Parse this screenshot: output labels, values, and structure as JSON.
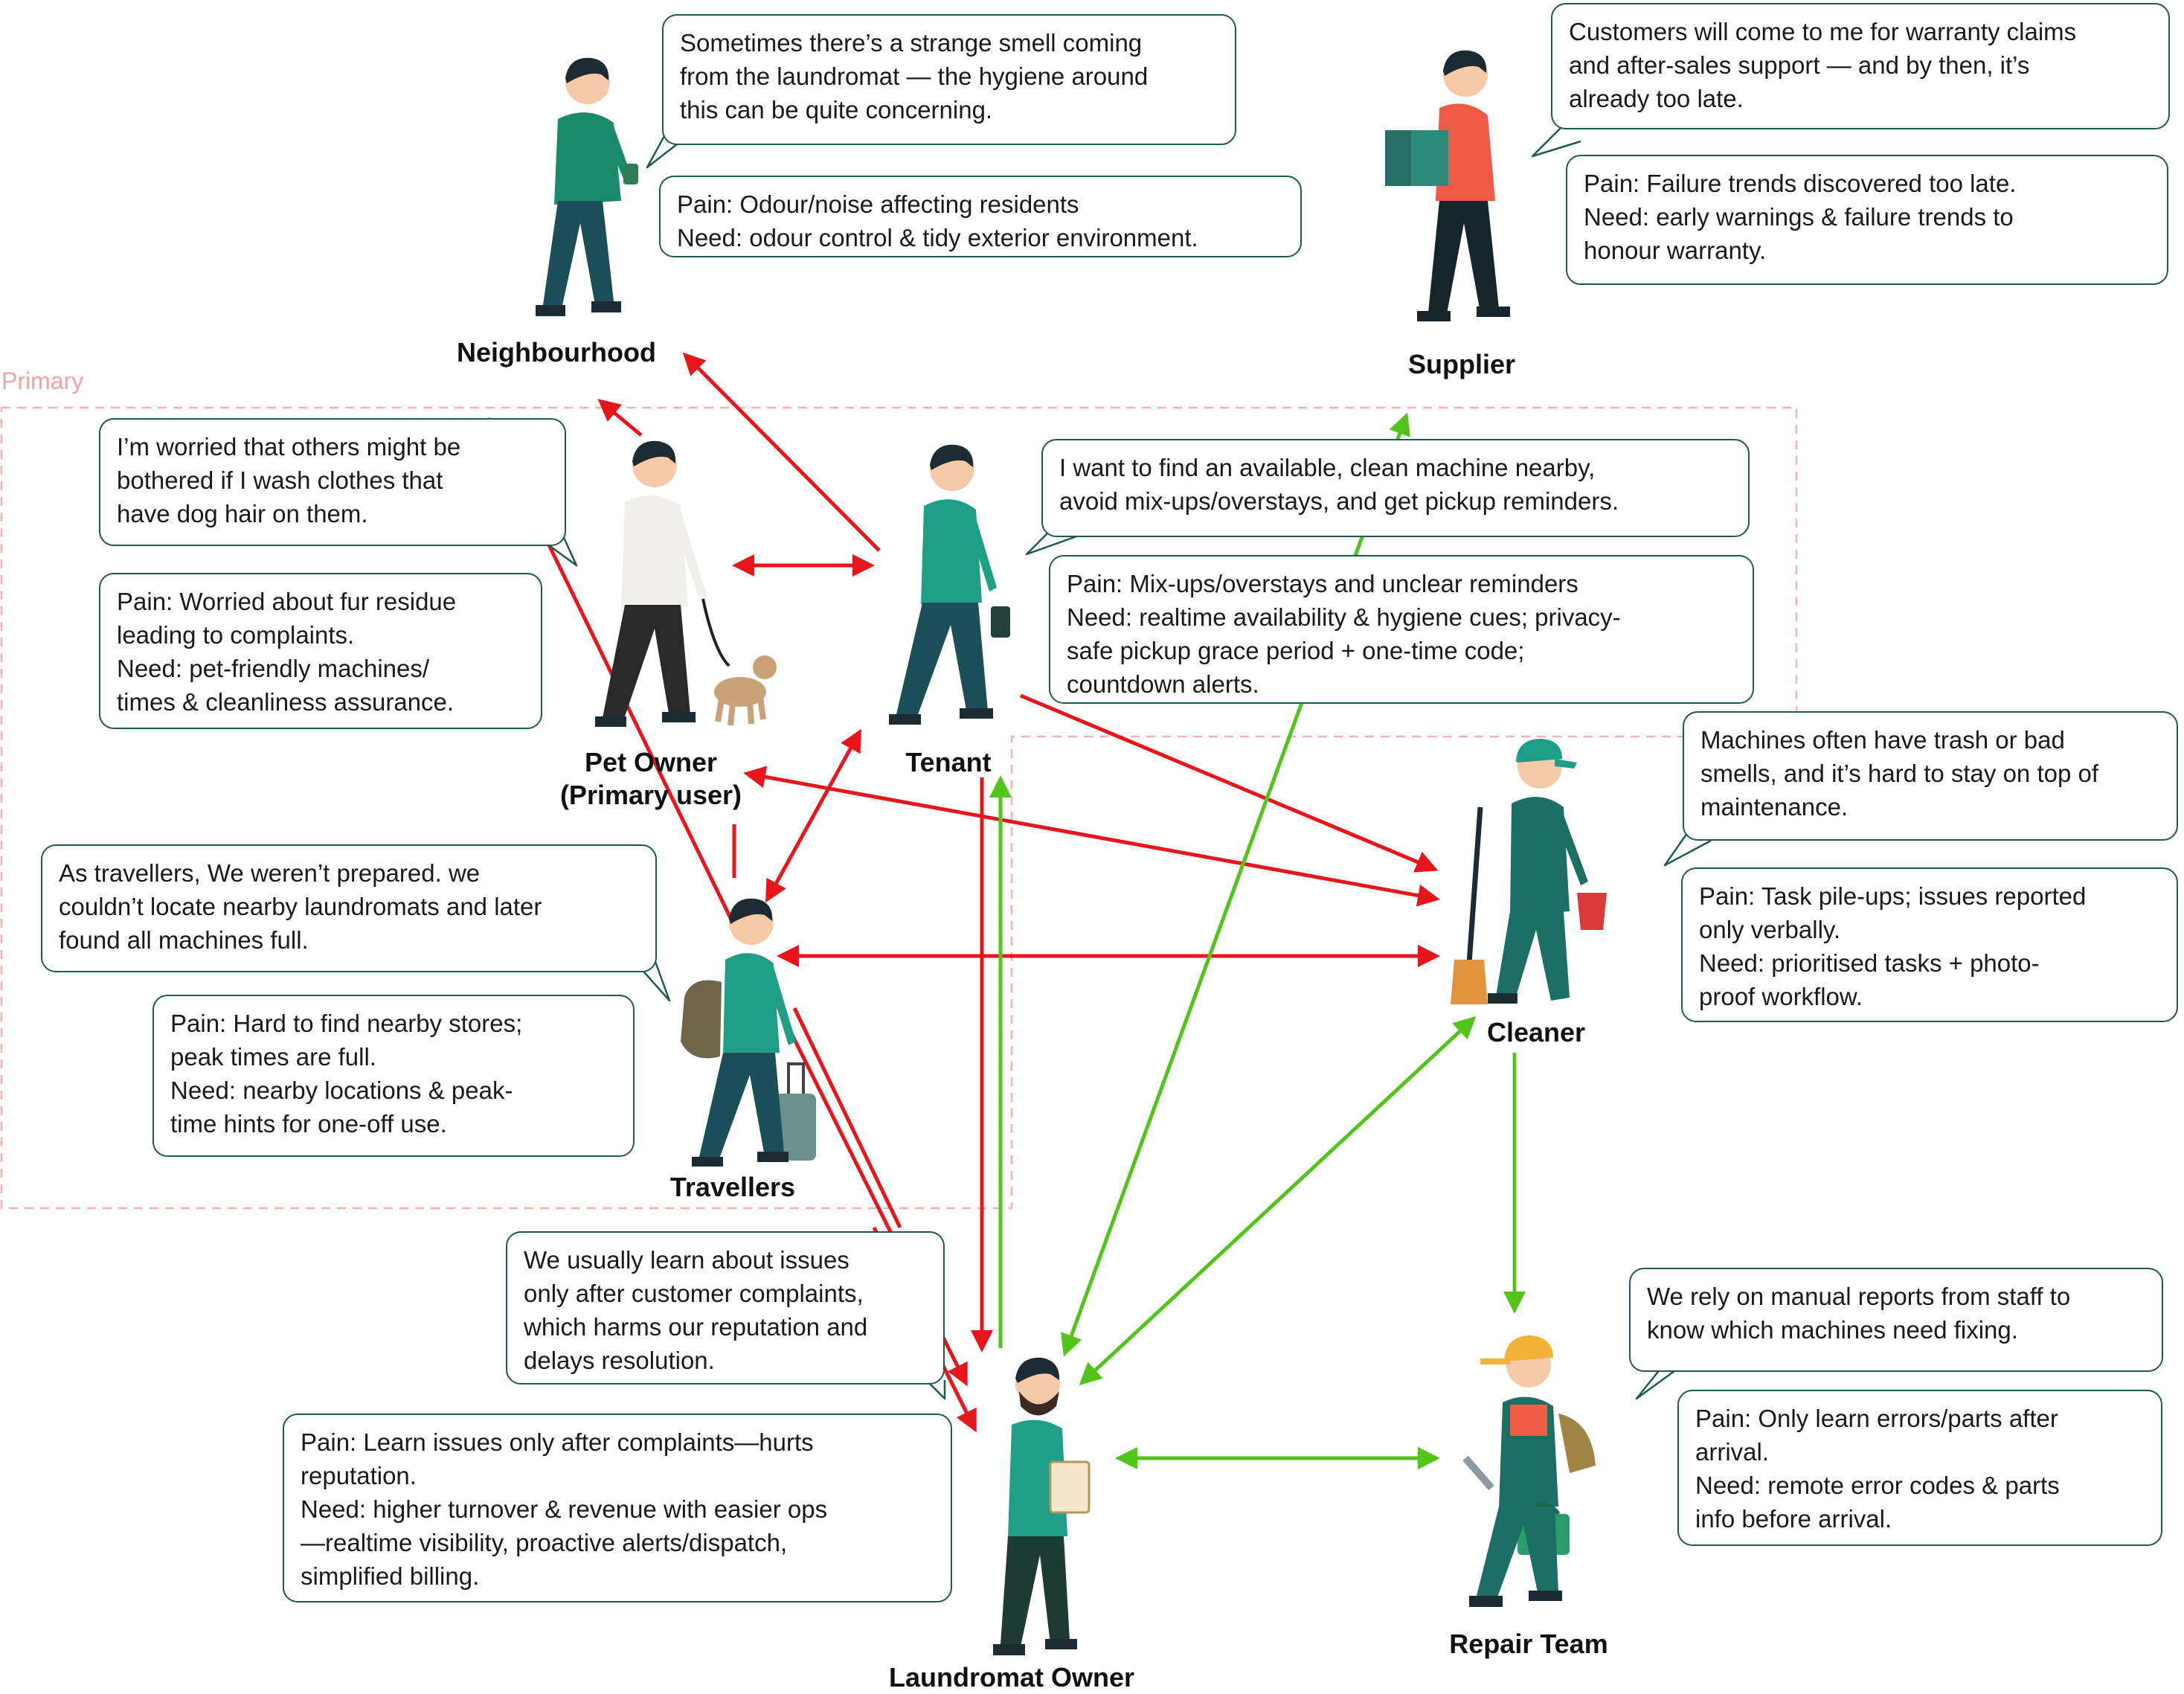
{
  "primary_group": {
    "label": "Primary"
  },
  "colors": {
    "red_arrow": "#e8161b",
    "green_arrow": "#52c41a",
    "bubble_border": "#1f5a52",
    "primary_border": "#f4b1b1"
  },
  "actors": {
    "neighbourhood": {
      "label": "Neighbourhood",
      "icon": "person-walking-coffee-icon"
    },
    "supplier": {
      "label": "Supplier",
      "icon": "person-carrying-box-icon"
    },
    "pet_owner": {
      "label_lines": [
        "Pet Owner",
        "(Primary user)"
      ],
      "icon": "person-walking-dog-icon"
    },
    "tenant": {
      "label": "Tenant",
      "icon": "person-walking-phone-icon"
    },
    "travellers": {
      "label": "Travellers",
      "icon": "person-with-suitcase-icon"
    },
    "cleaner": {
      "label": "Cleaner",
      "icon": "cleaner-with-broom-icon"
    },
    "laundromat_owner": {
      "label": "Laundromat Owner",
      "icon": "owner-with-clipboard-icon"
    },
    "repair_team": {
      "label": "Repair Team",
      "icon": "repairman-with-toolbox-icon"
    }
  },
  "quotes": {
    "neighbourhood": [
      "Sometimes there’s a strange smell coming",
      "from the laundromat — the hygiene around",
      "this can be quite concerning."
    ],
    "supplier": [
      "Customers will come to me for warranty claims",
      "and after-sales support — and by then, it’s",
      "already too late."
    ],
    "pet_owner": [
      "I’m worried that others might be",
      "bothered if I wash clothes that",
      "have dog hair on them."
    ],
    "tenant": [
      "I want to find an available, clean machine nearby,",
      "avoid mix-ups/overstays, and get pickup reminders."
    ],
    "travellers": [
      "As travellers, We weren’t prepared. we",
      "couldn’t locate nearby laundromats and later",
      "found all machines full."
    ],
    "cleaner": [
      "Machines often have trash or bad",
      "smells, and it’s hard to stay on top of",
      "maintenance."
    ],
    "laundromat_owner": [
      "We usually learn about issues",
      "only after customer complaints,",
      "which harms our reputation and",
      "delays resolution."
    ],
    "repair_team": [
      "We rely on manual reports from staff to",
      "know which machines need fixing."
    ]
  },
  "pain_needs": {
    "neighbourhood": [
      "Pain: Odour/noise affecting residents",
      "Need: odour control & tidy exterior environment."
    ],
    "supplier": [
      "Pain: Failure trends discovered too late.",
      "Need: early warnings & failure trends to",
      "honour warranty."
    ],
    "pet_owner": [
      "Pain: Worried about fur residue",
      "leading to complaints.",
      "Need: pet-friendly machines/",
      "times & cleanliness assurance."
    ],
    "tenant": [
      "Pain: Mix-ups/overstays and unclear reminders",
      "Need: realtime availability & hygiene cues; privacy-",
      "safe pickup grace period + one-time code;",
      "countdown alerts."
    ],
    "travellers": [
      "Pain: Hard to find nearby stores;",
      "peak times are full.",
      "Need: nearby locations & peak-",
      "time hints for one-off use."
    ],
    "cleaner": [
      "Pain: Task pile-ups; issues reported",
      "only verbally.",
      "Need: prioritised tasks + photo-",
      "proof workflow."
    ],
    "laundromat_owner": [
      "Pain: Learn issues only after complaints—hurts",
      "reputation.",
      "Need: higher turnover & revenue with easier ops",
      "—realtime visibility, proactive alerts/dispatch,",
      "simplified billing."
    ],
    "repair_team": [
      "Pain: Only learn errors/parts after",
      "arrival.",
      "Need: remote error codes & parts",
      "info before arrival."
    ]
  }
}
